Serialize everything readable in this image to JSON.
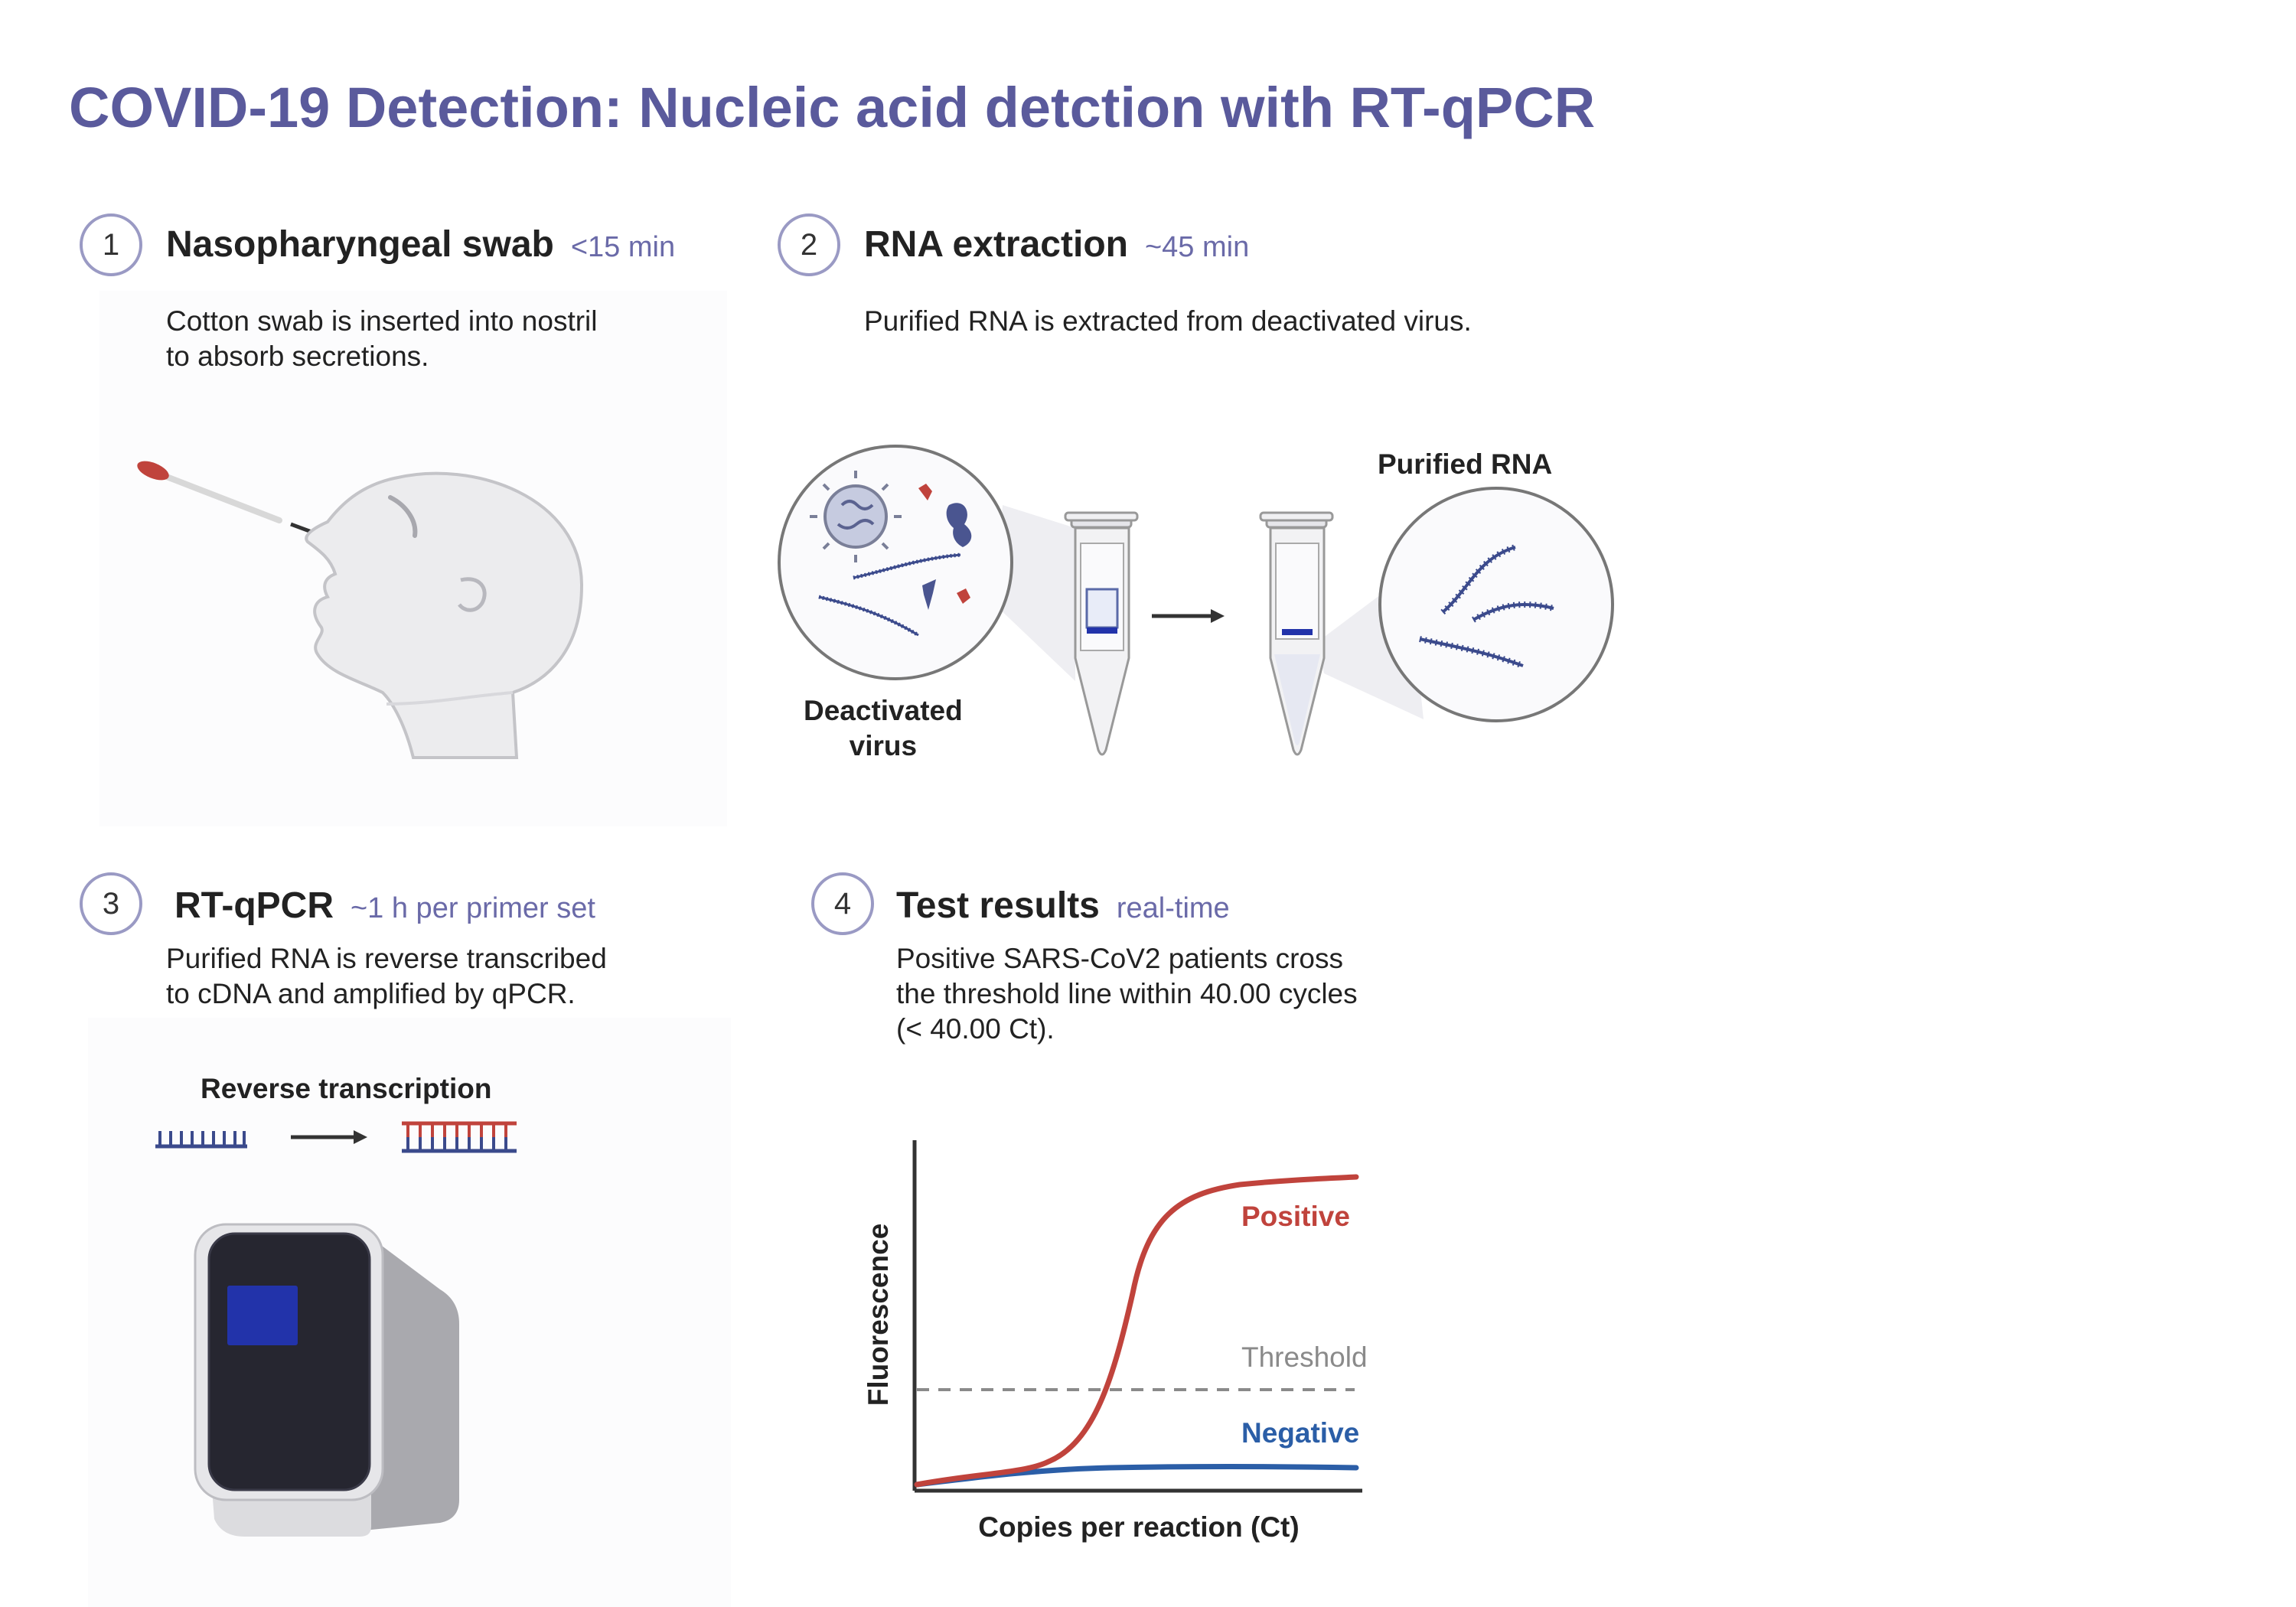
{
  "title": "COVID-19 Detection: Nucleic acid detction with RT-qPCR",
  "steps": [
    {
      "number": "1",
      "title": "Nasopharyngeal swab",
      "time": "<15 min",
      "description": [
        "Cotton swab is inserted into nostril",
        "to absorb secretions."
      ]
    },
    {
      "number": "2",
      "title": "RNA extraction",
      "time": "~45 min",
      "description": [
        "Purified RNA is extracted from deactivated virus."
      ],
      "labels": {
        "deactivated_virus": [
          "Deactivated",
          "virus"
        ],
        "purified_rna": "Purified RNA"
      }
    },
    {
      "number": "3",
      "title": "RT-qPCR",
      "time": "~1 h per primer set",
      "description": [
        "Purified RNA is reverse transcribed",
        "to cDNA and amplified by qPCR."
      ],
      "labels": {
        "reverse_transcription": "Reverse transcription"
      }
    },
    {
      "number": "4",
      "title": "Test results",
      "time": "real-time",
      "description": [
        "Positive SARS-CoV2 patients cross",
        "the threshold line within 40.00 cycles",
        "(< 40.00 Ct)."
      ]
    }
  ],
  "chart_data": {
    "type": "line",
    "xlabel": "Copies per reaction (Ct)",
    "ylabel": "Fluorescence",
    "series": [
      {
        "name": "Positive",
        "color": "#c0433c"
      },
      {
        "name": "Negative",
        "color": "#2b5ea7"
      }
    ],
    "threshold_label": "Threshold",
    "threshold_color": "#8a8a8a"
  },
  "colors": {
    "accent": "#5a5a9c",
    "rna_blue": "#3b4a8c",
    "rna_red": "#c0433c",
    "screen_blue": "#2233aa"
  }
}
